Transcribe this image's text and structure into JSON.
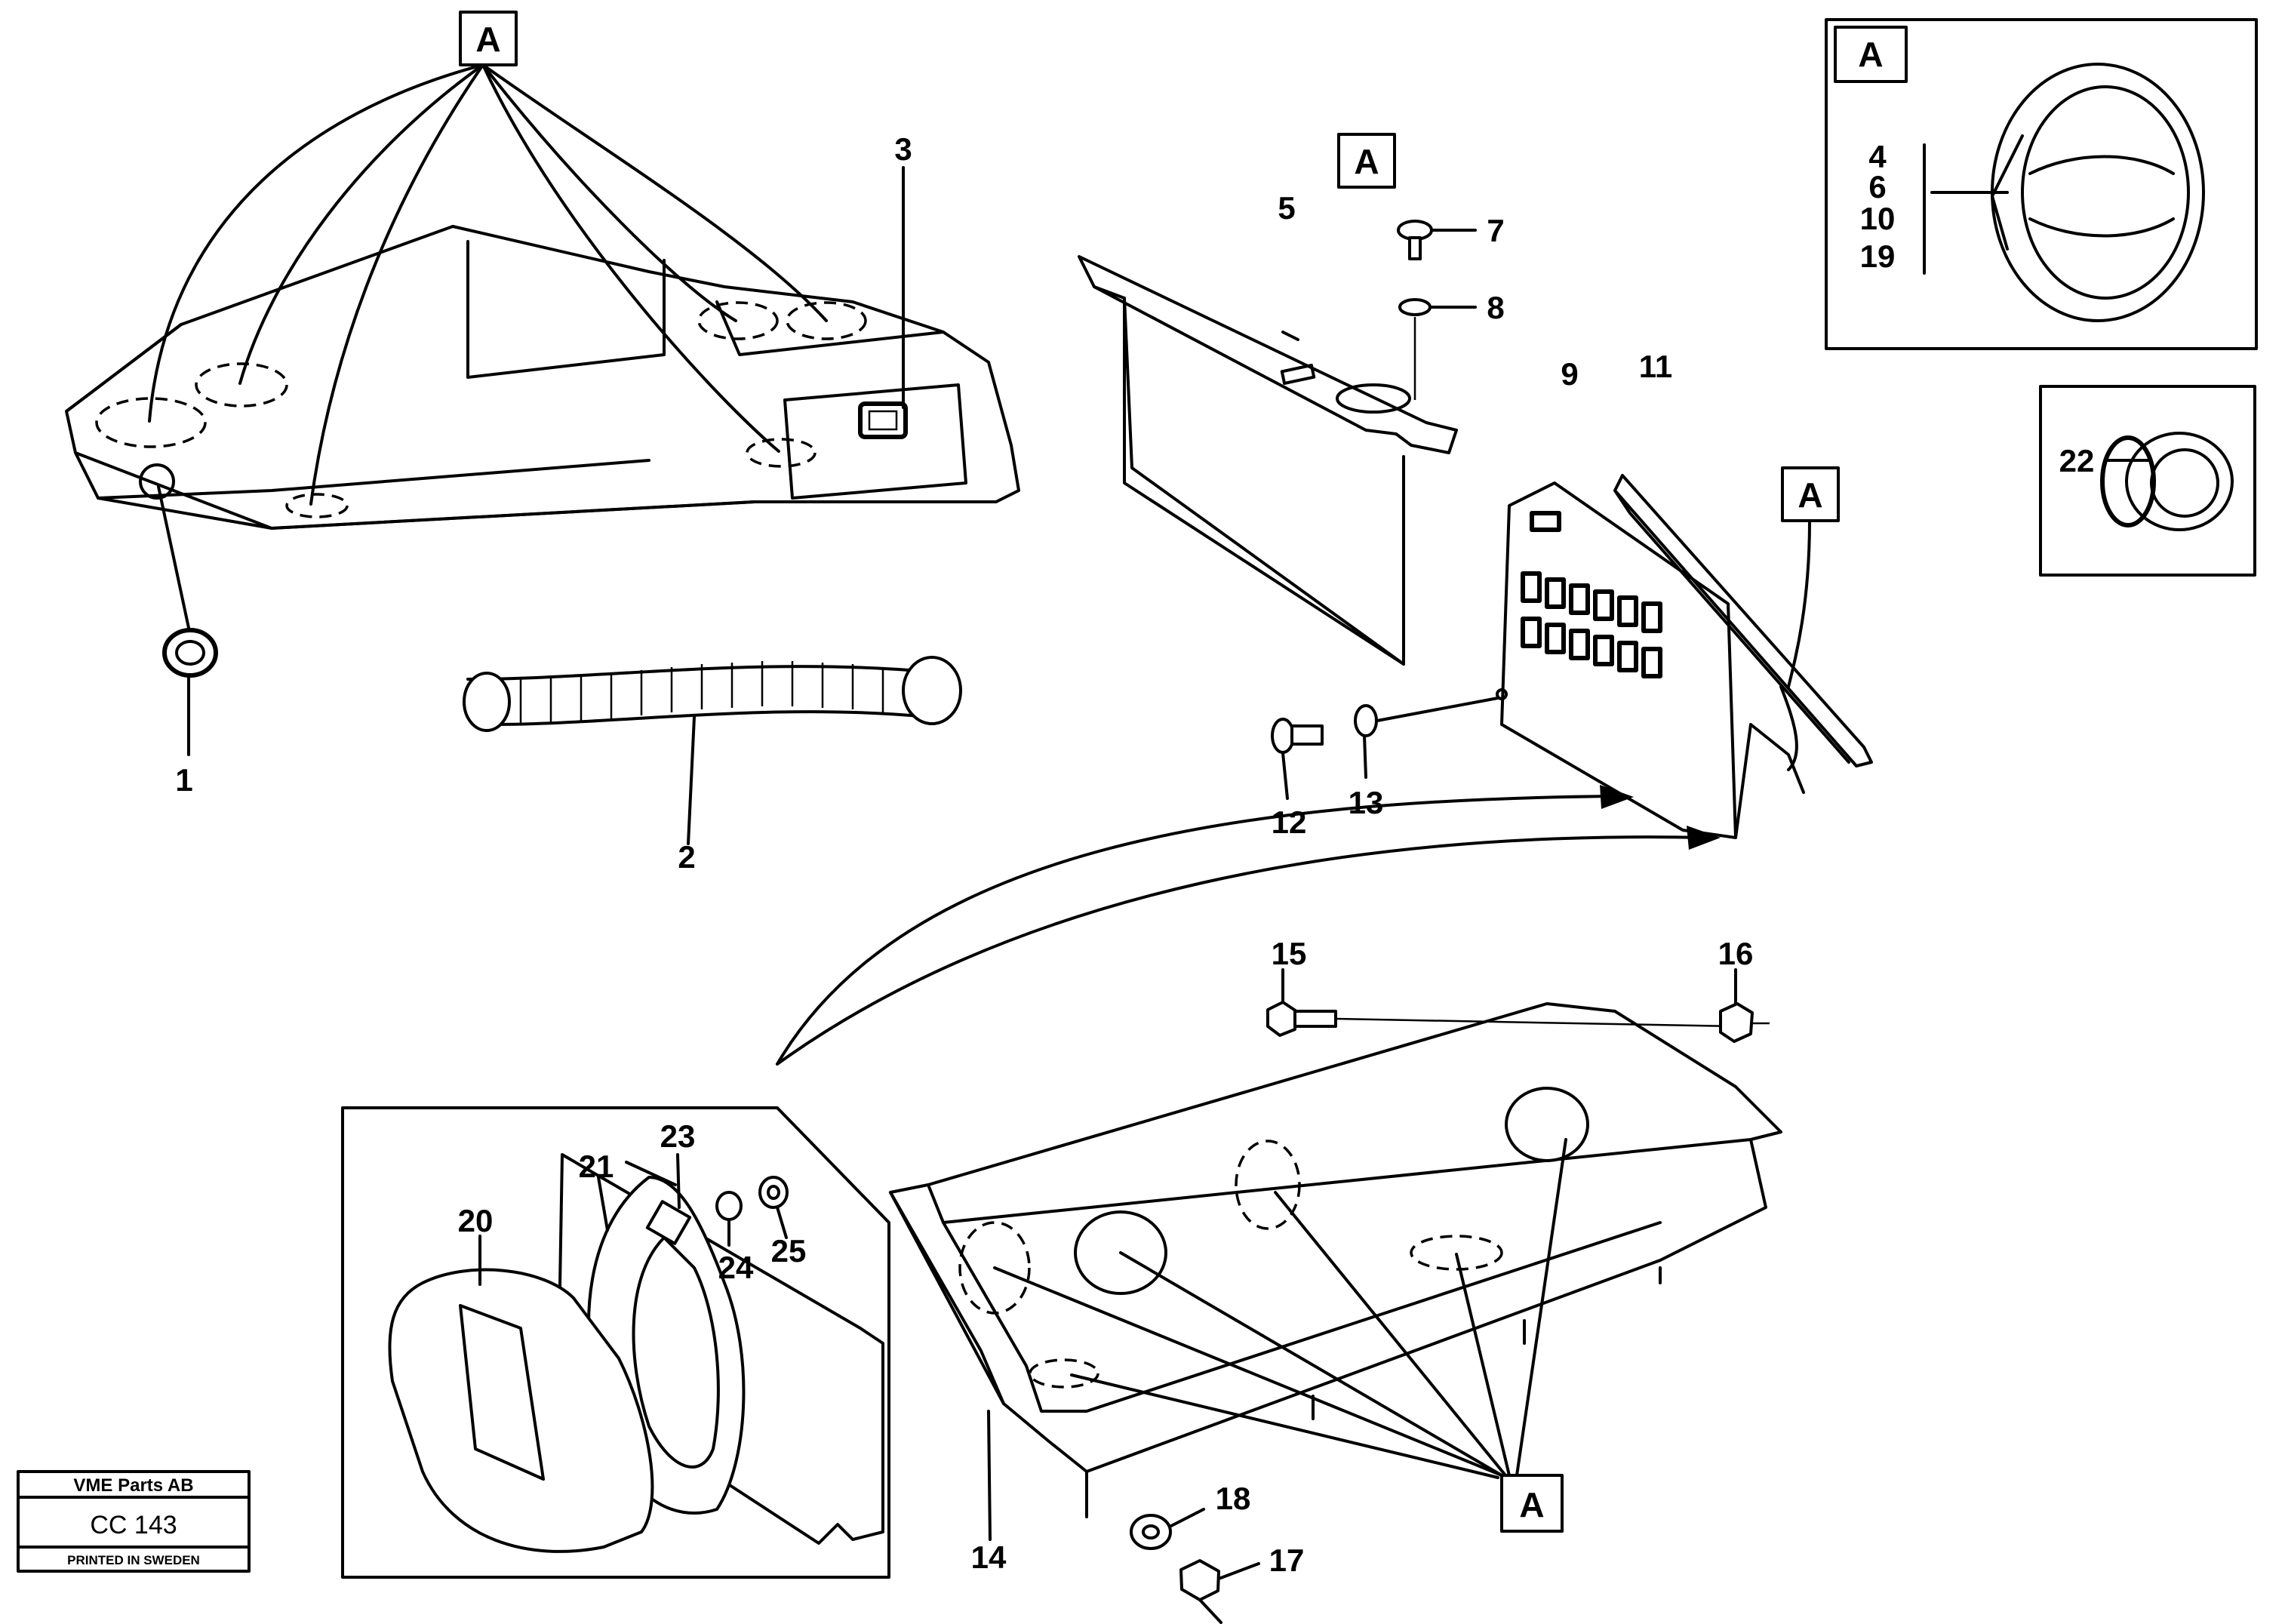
{
  "callouts": {
    "ref_letter": "A"
  },
  "part_numbers": [
    "1",
    "2",
    "3",
    "4",
    "5",
    "6",
    "7",
    "8",
    "9",
    "10",
    "11",
    "12",
    "13",
    "14",
    "15",
    "16",
    "17",
    "18",
    "19",
    "20",
    "21",
    "22",
    "23",
    "24",
    "25"
  ],
  "title_block": {
    "company": "VME Parts AB",
    "drawing_code": "CC 143",
    "printed": "PRINTED IN SWEDEN"
  }
}
